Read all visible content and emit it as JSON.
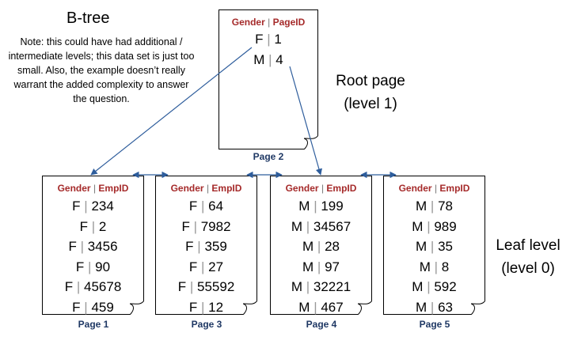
{
  "title": "B-tree",
  "note": "Note: this could have had additional / intermediate levels; this data set is just too small. Also, the example doesn’t really warrant the added complexity to answer the question.",
  "labels": {
    "root_line1": "Root page",
    "root_line2": "(level 1)",
    "leaf_line1": "Leaf level",
    "leaf_line2": "(level 0)"
  },
  "colors": {
    "header_key": "#a52a2a",
    "caption": "#1f3864",
    "arrow": "#2e5d9c"
  },
  "root": {
    "header_key": "Gender",
    "header_sep": "|",
    "header_val": "PageID",
    "rows": [
      {
        "key": "F",
        "sep": "|",
        "val": "1"
      },
      {
        "key": "M",
        "sep": "|",
        "val": "4"
      }
    ],
    "caption": "Page 2"
  },
  "leaves": [
    {
      "header_key": "Gender",
      "header_sep": "|",
      "header_val": "EmpID",
      "rows": [
        {
          "key": "F",
          "sep": "|",
          "val": "234"
        },
        {
          "key": "F",
          "sep": "|",
          "val": "2"
        },
        {
          "key": "F",
          "sep": "|",
          "val": "3456"
        },
        {
          "key": "F",
          "sep": "|",
          "val": "90"
        },
        {
          "key": "F",
          "sep": "|",
          "val": "45678"
        },
        {
          "key": "F",
          "sep": "|",
          "val": "459"
        }
      ],
      "caption": "Page 1"
    },
    {
      "header_key": "Gender",
      "header_sep": "|",
      "header_val": "EmpID",
      "rows": [
        {
          "key": "F",
          "sep": "|",
          "val": "64"
        },
        {
          "key": "F",
          "sep": "|",
          "val": "7982"
        },
        {
          "key": "F",
          "sep": "|",
          "val": "359"
        },
        {
          "key": "F",
          "sep": "|",
          "val": "27"
        },
        {
          "key": "F",
          "sep": "|",
          "val": "55592"
        },
        {
          "key": "F",
          "sep": "|",
          "val": "12"
        }
      ],
      "caption": "Page 3"
    },
    {
      "header_key": "Gender",
      "header_sep": "|",
      "header_val": "EmpID",
      "rows": [
        {
          "key": "M",
          "sep": "|",
          "val": "199"
        },
        {
          "key": "M",
          "sep": "|",
          "val": "34567"
        },
        {
          "key": "M",
          "sep": "|",
          "val": "28"
        },
        {
          "key": "M",
          "sep": "|",
          "val": "97"
        },
        {
          "key": "M",
          "sep": "|",
          "val": "32221"
        },
        {
          "key": "M",
          "sep": "|",
          "val": "467"
        }
      ],
      "caption": "Page 4"
    },
    {
      "header_key": "Gender",
      "header_sep": "|",
      "header_val": "EmpID",
      "rows": [
        {
          "key": "M",
          "sep": "|",
          "val": "78"
        },
        {
          "key": "M",
          "sep": "|",
          "val": "989"
        },
        {
          "key": "M",
          "sep": "|",
          "val": "35"
        },
        {
          "key": "M",
          "sep": "|",
          "val": "8"
        },
        {
          "key": "M",
          "sep": "|",
          "val": "592"
        },
        {
          "key": "M",
          "sep": "|",
          "val": "63"
        }
      ],
      "caption": "Page 5"
    }
  ]
}
